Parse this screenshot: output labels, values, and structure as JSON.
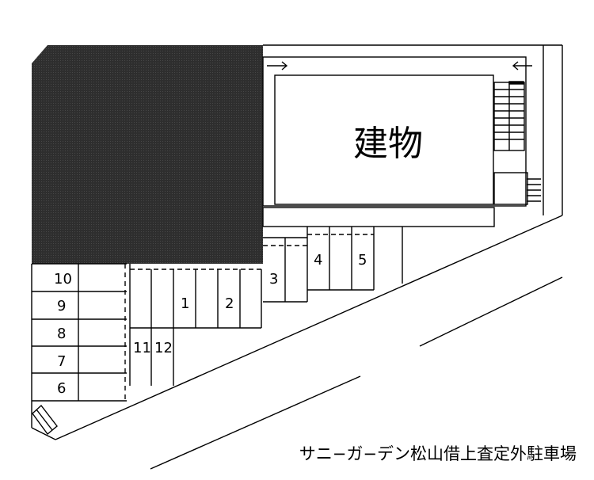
{
  "building": {
    "label": "建物"
  },
  "caption": "サニ−ガ−デン松山借上査定外駐車場",
  "spaces": [
    "1",
    "2",
    "3",
    "4",
    "5",
    "6",
    "7",
    "8",
    "9",
    "10",
    "11",
    "12"
  ],
  "colors": {
    "dark_lot": "#2e2e2e",
    "line": "#000000",
    "background": "#ffffff"
  }
}
